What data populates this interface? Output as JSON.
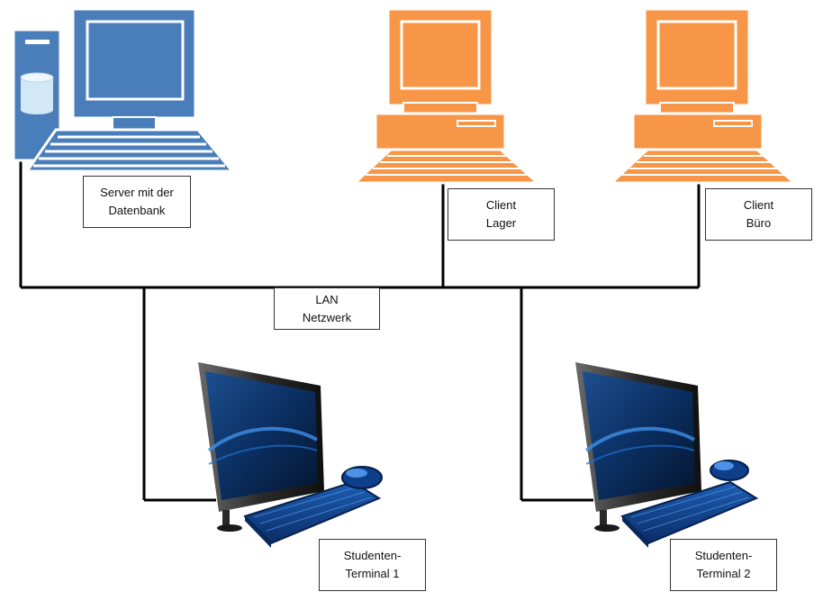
{
  "colors": {
    "server": "#4a7ebb",
    "client": "#f79646",
    "network_line": "#000000",
    "terminal_screen": "#0a3a78"
  },
  "nodes": {
    "server": {
      "icon": "server-computer-icon",
      "label_lines": [
        "Server mit der",
        "Datenbank"
      ]
    },
    "client_lager": {
      "icon": "client-computer-icon",
      "label_lines": [
        "Client",
        "Lager"
      ]
    },
    "client_buero": {
      "icon": "client-computer-icon",
      "label_lines": [
        "Client",
        "Büro"
      ]
    },
    "terminal_1": {
      "icon": "all-in-one-terminal-icon",
      "label_lines": [
        "Studenten-",
        "Terminal 1"
      ]
    },
    "terminal_2": {
      "icon": "all-in-one-terminal-icon",
      "label_lines": [
        "Studenten-",
        "Terminal 2"
      ]
    }
  },
  "network": {
    "label_lines": [
      "LAN",
      "Netzwerk"
    ]
  }
}
